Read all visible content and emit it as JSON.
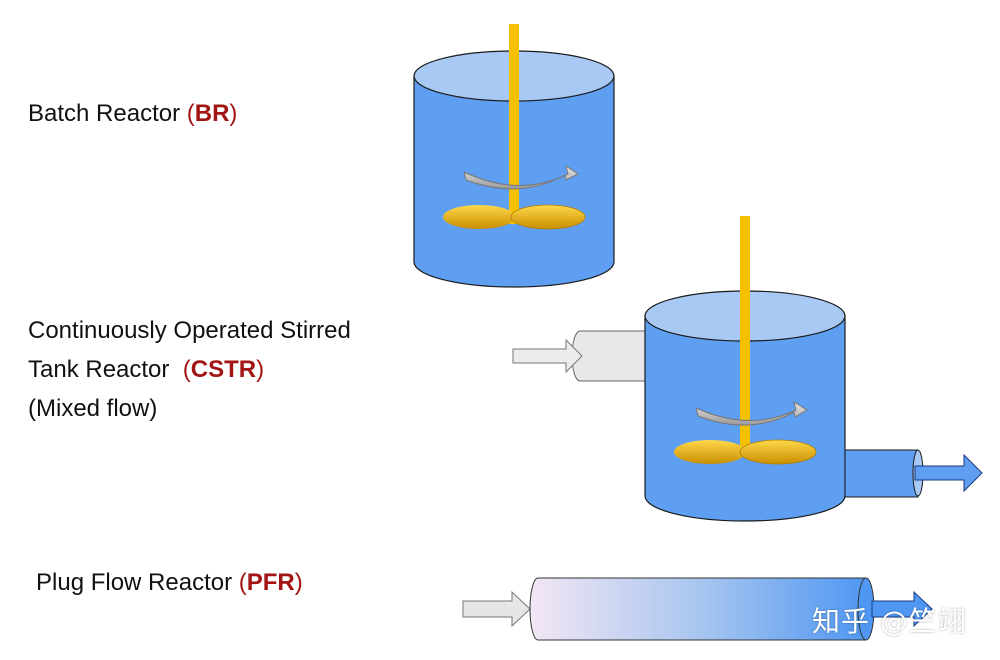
{
  "reactors": {
    "batch": {
      "name": "Batch Reactor",
      "open": "(",
      "abbr": "BR",
      "close": ")"
    },
    "cstr": {
      "line1": "Continuously Operated Stirred",
      "line2_name": "Tank Reactor  ",
      "open": "(",
      "abbr": "CSTR",
      "close": ")",
      "line3": "(Mixed flow)"
    },
    "pfr": {
      "name": "Plug Flow Reactor",
      "open": "(",
      "abbr": "PFR",
      "close": ")"
    }
  },
  "watermark": "知乎 @竺翊",
  "colors": {
    "tank_fill": "#5b9bf0",
    "tank_top": "#a9c9f5",
    "stirrer": "#f5c000",
    "abbr": "#a31515",
    "arrow": "#e0e0e0"
  },
  "icons": [
    "stirrer-icon",
    "rotation-arrow-icon",
    "flow-arrow-icon"
  ]
}
